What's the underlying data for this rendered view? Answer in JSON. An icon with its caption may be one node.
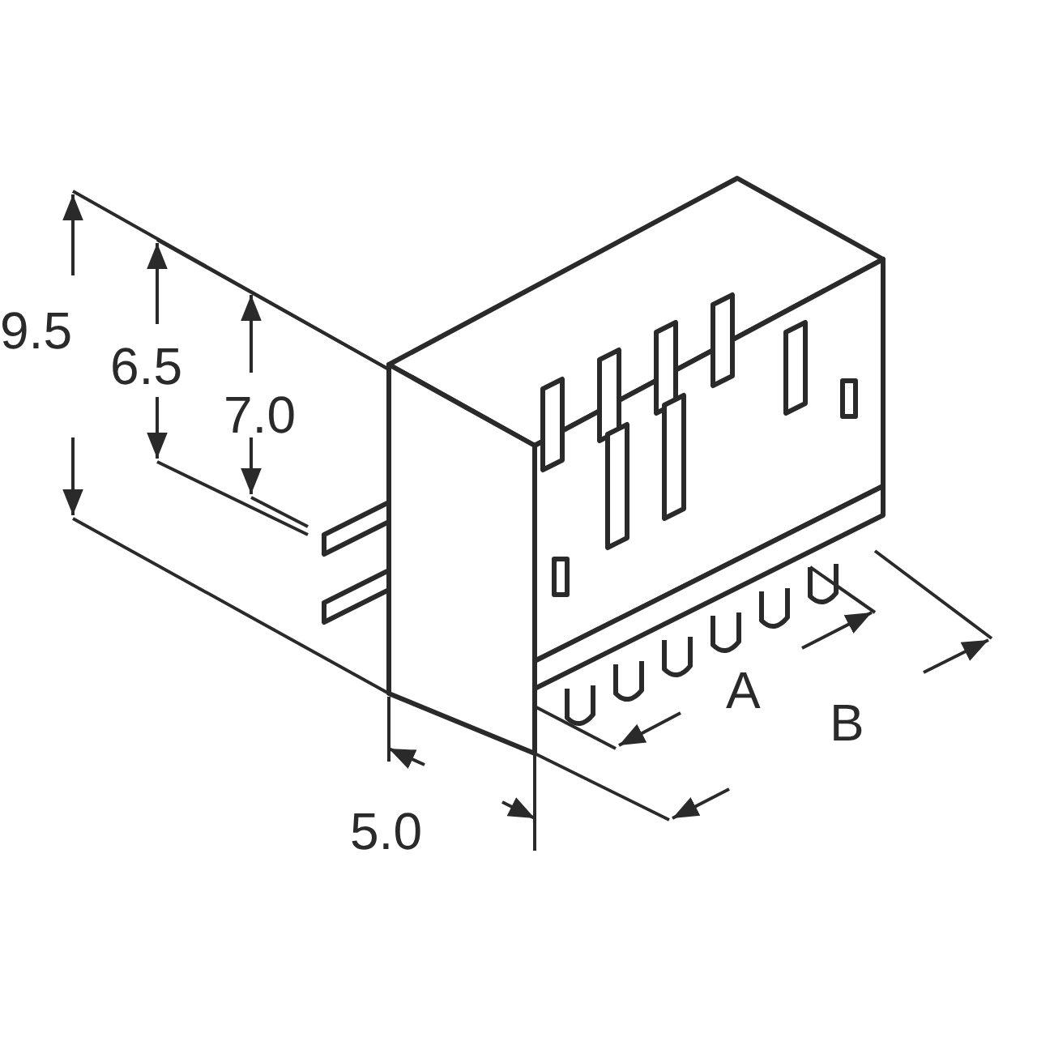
{
  "diagram": {
    "labels": [
      "9.5",
      "6.5",
      "7.0",
      "A",
      "B",
      "5.0"
    ]
  }
}
